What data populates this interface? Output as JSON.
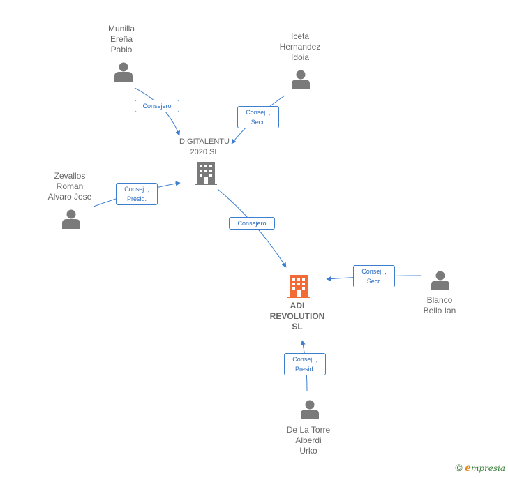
{
  "nodes": {
    "munilla": {
      "label": "Munilla\nEreña\nPablo",
      "icon": "person-icon"
    },
    "iceta": {
      "label": "Iceta\nHernandez\nIdoia",
      "icon": "person-icon"
    },
    "digitalentu": {
      "label": "DIGITALENTU\n2020  SL",
      "icon": "building-icon"
    },
    "zevallos": {
      "label": "Zevallos\nRoman\nAlvaro Jose",
      "icon": "person-icon"
    },
    "adi": {
      "label": "ADI\nREVOLUTION\nSL",
      "icon": "building-icon"
    },
    "blanco": {
      "label": "Blanco\nBello Ian",
      "icon": "person-icon"
    },
    "delatorre": {
      "label": "De La Torre\nAlberdi\nUrko",
      "icon": "person-icon"
    }
  },
  "edges": {
    "munilla_digitalentu": "Consejero",
    "iceta_digitalentu": "Consej. ,\nSecr.",
    "zevallos_digitalentu": "Consej. ,\nPresid.",
    "digitalentu_adi": "Consejero",
    "blanco_adi": "Consej. ,\nSecr.",
    "delatorre_adi": "Consej. ,\nPresid."
  },
  "colors": {
    "edge": "#3d7fcf",
    "person": "#7a7a7a",
    "company": "#7a7a7a",
    "main_company": "#f26a35"
  },
  "brand": {
    "copyright": "©",
    "initial": "e",
    "rest": "mpresia"
  }
}
